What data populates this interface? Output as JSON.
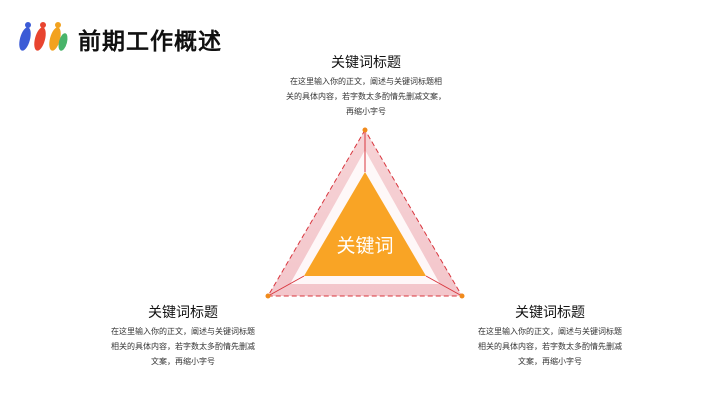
{
  "header": {
    "title": "前期工作概述",
    "logo_icon": "runners-logo-icon"
  },
  "center": {
    "label": "关键词"
  },
  "items": [
    {
      "title": "关键词标题",
      "lines": [
        "在这里输入你的正文，阐述与关键词标题相",
        "关的具体内容，若字数太多酌情先删减文案，",
        "再缩小字号"
      ]
    },
    {
      "title": "关键词标题",
      "lines": [
        "在这里输入你的正文，阐述与关键词标题",
        "相关的具体内容，若字数太多酌情先删减",
        "文案，再缩小字号"
      ]
    },
    {
      "title": "关键词标题",
      "lines": [
        "在这里输入你的正文，阐述与关键词标题",
        "相关的具体内容，若字数太多酌情先删减",
        "文案，再缩小字号"
      ]
    }
  ],
  "colors": {
    "accent": "#F9A425",
    "line": "#D9363E"
  }
}
